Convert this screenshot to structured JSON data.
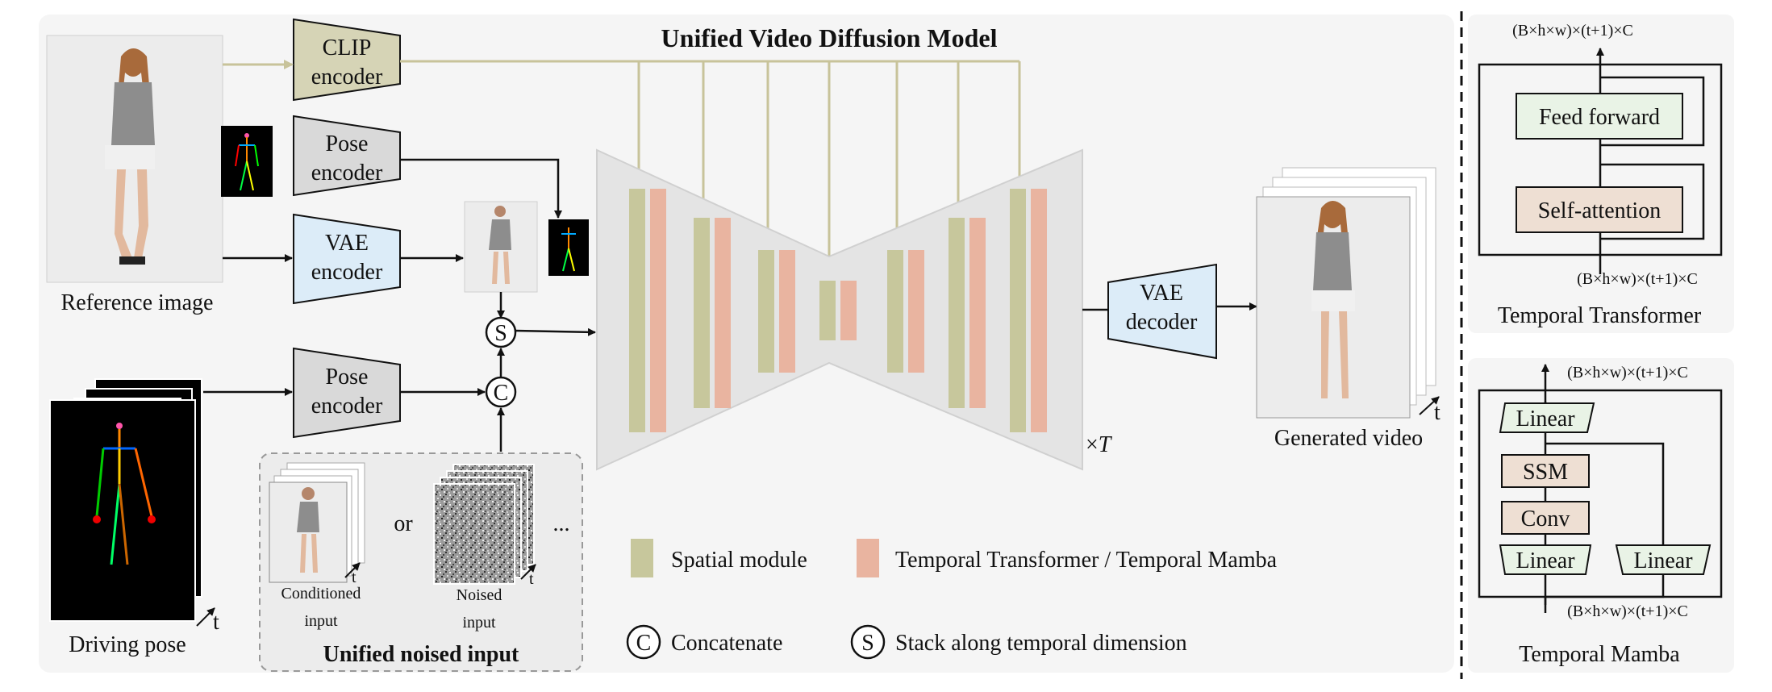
{
  "title": "Unified Video Diffusion Model",
  "inputs": {
    "reference_image": "Reference image",
    "driving_pose": "Driving pose",
    "generated_video": "Generated video"
  },
  "encoders": {
    "clip": [
      "CLIP",
      "encoder"
    ],
    "pose_top": [
      "Pose",
      "encoder"
    ],
    "vae": [
      "VAE",
      "encoder"
    ],
    "pose_bottom": [
      "Pose",
      "encoder"
    ],
    "vae_decoder": [
      "VAE",
      "decoder"
    ]
  },
  "ops": {
    "stack": "S",
    "concat": "C"
  },
  "repeat": {
    "prefix": "×",
    "var": "T"
  },
  "noised_input": {
    "title": "Unified noised input",
    "conditioned": [
      "Conditioned",
      "input"
    ],
    "noised": [
      "Noised",
      "input"
    ],
    "or": "or",
    "ellipsis": "...",
    "t_mark": "t"
  },
  "legend": {
    "spatial": "Spatial module",
    "temporal": "Temporal Transformer / Temporal Mamba",
    "concat": "Concatenate",
    "stack": "Stack along temporal dimension"
  },
  "temporal_transformer": {
    "title": "Temporal Transformer",
    "feed_forward": "Feed forward",
    "self_attention": "Self-attention",
    "dim_top": "(B×h×w)×(t+1)×C",
    "dim_bottom": "(B×h×w)×(t+1)×C"
  },
  "temporal_mamba": {
    "title": "Temporal Mamba",
    "linear_top": "Linear",
    "ssm": "SSM",
    "conv": "Conv",
    "linear_bottom_left": "Linear",
    "linear_bottom_right": "Linear",
    "dim_top": "(B×h×w)×(t+1)×C",
    "dim_bottom": "(B×h×w)×(t+1)×C"
  },
  "colors": {
    "spatial": "#c7c79c",
    "temporal": "#e9b4a0",
    "encoder_gray": "#d9d9d9",
    "clip": "#d6d4b6",
    "vae_blue": "#dcecf8",
    "feed_forward": "#e9f3e6",
    "self_attention": "#eedfd3",
    "clip_arrow": "#c8c39a",
    "panel_bg": "#f5f5f5",
    "unet_bg": "#e4e4e4"
  }
}
